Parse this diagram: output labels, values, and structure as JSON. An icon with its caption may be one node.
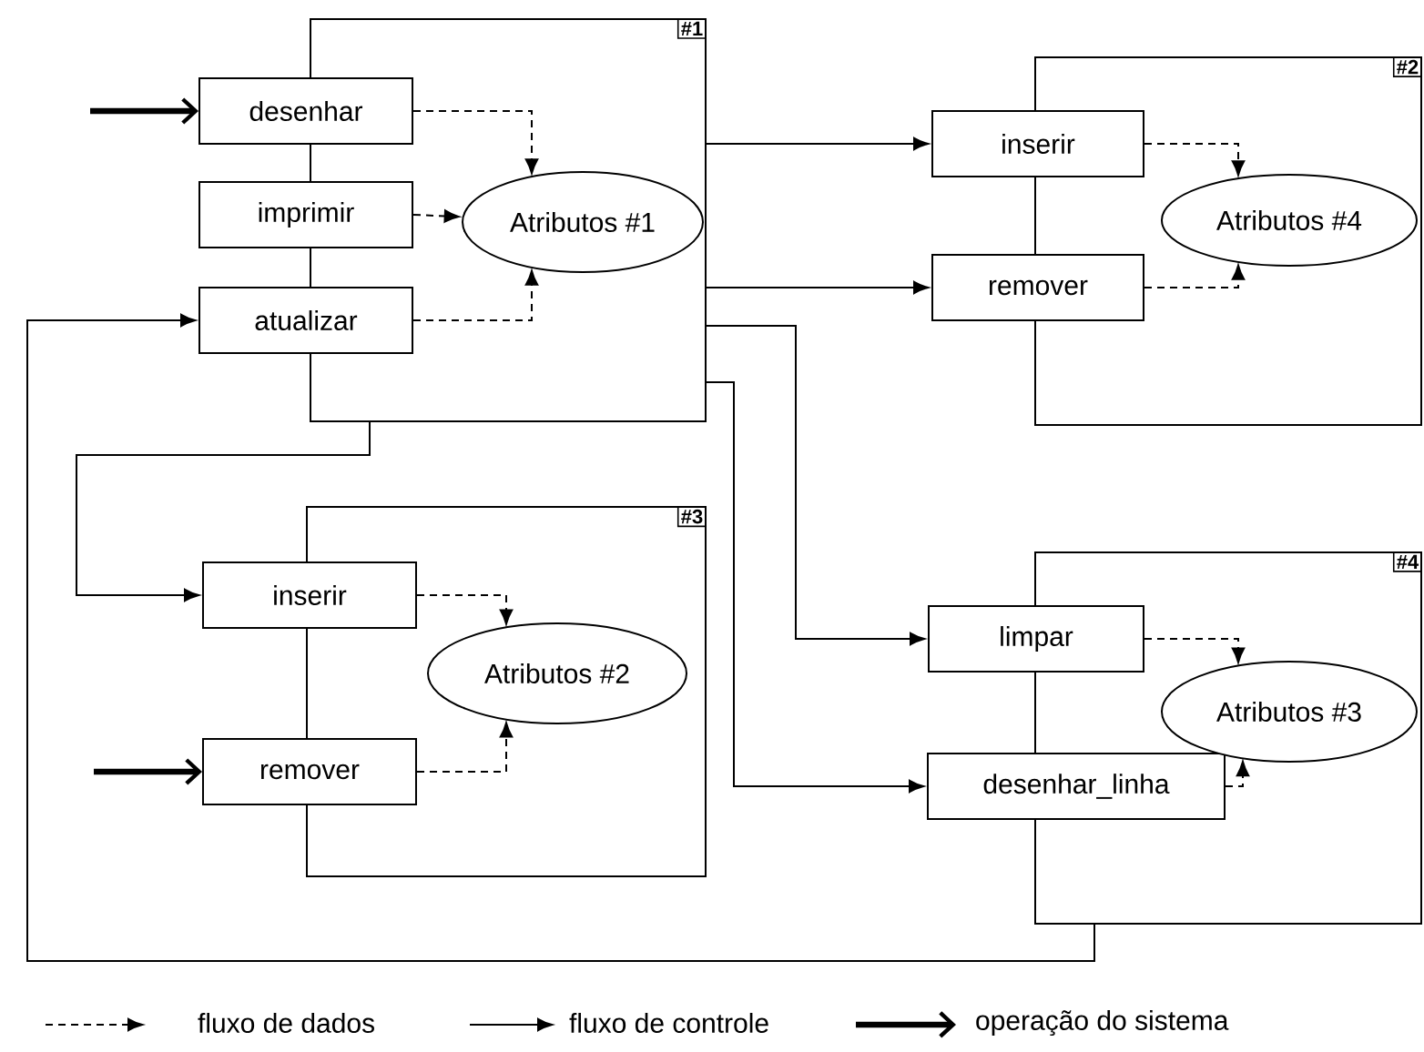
{
  "diagram": {
    "nodes": [
      {
        "text": [
          "#1"
        ]
      },
      {
        "text": [
          "desenhar"
        ]
      },
      {
        "text": [
          "imprimir"
        ]
      },
      {
        "text": [
          "atualizar"
        ]
      },
      {
        "text": [
          "Atributos #1"
        ],
        "in": 0
      },
      {
        "text": [
          "#2"
        ]
      },
      {
        "text": [
          "inserir"
        ]
      },
      {
        "text": [
          "remover"
        ]
      },
      {
        "text": [
          "Atributos #4"
        ],
        "in": 5
      },
      {
        "text": [
          "#3"
        ]
      },
      {
        "text": [
          "inserir"
        ]
      },
      {
        "text": [
          "remover"
        ]
      },
      {
        "text": [
          "Atributos #2"
        ],
        "in": 9
      },
      {
        "text": [
          "#4"
        ]
      },
      {
        "text": [
          "limpar"
        ]
      },
      {
        "text": [
          "desenhar_linha"
        ]
      },
      {
        "text": [
          "Atributos #3"
        ],
        "in": 13
      }
    ],
    "edges": [
      {
        "from": null,
        "to": 1,
        "arrow": "to",
        "style": "thick"
      },
      {
        "from": 1,
        "to": 4,
        "arrow": "to",
        "style": "dashed"
      },
      {
        "from": 2,
        "to": 4,
        "arrow": "to",
        "style": "dashed"
      },
      {
        "from": 3,
        "to": 4,
        "arrow": "to",
        "style": "dashed"
      },
      {
        "from": 0,
        "to": 6,
        "arrow": "to"
      },
      {
        "from": 0,
        "to": 7,
        "arrow": "to"
      },
      {
        "from": 0,
        "to": 14,
        "arrow": "to"
      },
      {
        "from": 0,
        "to": 15,
        "arrow": "to"
      },
      {
        "from": 0,
        "to": 10,
        "arrow": "to"
      },
      {
        "from": 13,
        "to": 3,
        "arrow": "to"
      },
      {
        "from": 6,
        "to": 8,
        "arrow": "to",
        "style": "dashed"
      },
      {
        "from": 7,
        "to": 8,
        "arrow": "to",
        "style": "dashed"
      },
      {
        "from": 10,
        "to": 12,
        "arrow": "to",
        "style": "dashed"
      },
      {
        "from": null,
        "to": 11,
        "arrow": "to",
        "style": "thick"
      },
      {
        "from": 11,
        "to": 12,
        "arrow": "to",
        "style": "dashed"
      },
      {
        "from": 14,
        "to": 16,
        "arrow": "to",
        "style": "dashed"
      },
      {
        "from": 15,
        "to": 16,
        "arrow": "to",
        "style": "dashed"
      }
    ],
    "legend": [
      {
        "text": "fluxo de dados"
      },
      {
        "text": "fluxo de controle"
      },
      {
        "text": "operação do sistema"
      }
    ]
  }
}
